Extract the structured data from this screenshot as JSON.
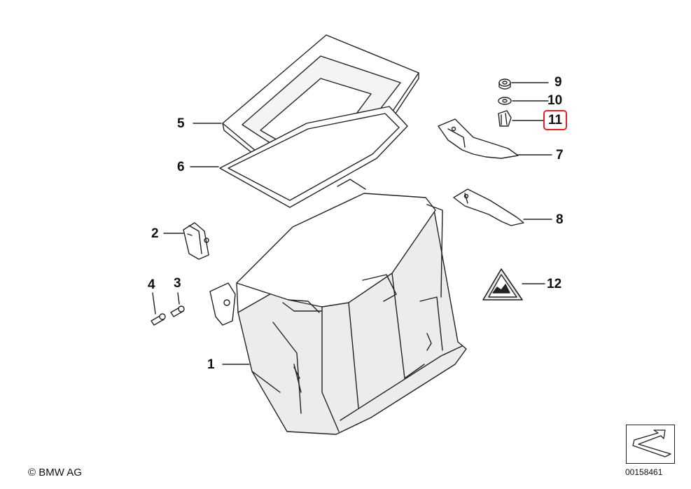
{
  "diagram": {
    "callouts": [
      {
        "id": "1",
        "label": "1"
      },
      {
        "id": "2",
        "label": "2"
      },
      {
        "id": "3",
        "label": "3"
      },
      {
        "id": "4",
        "label": "4"
      },
      {
        "id": "5",
        "label": "5"
      },
      {
        "id": "6",
        "label": "6"
      },
      {
        "id": "7",
        "label": "7"
      },
      {
        "id": "8",
        "label": "8"
      },
      {
        "id": "9",
        "label": "9"
      },
      {
        "id": "10",
        "label": "10"
      },
      {
        "id": "11",
        "label": "11",
        "highlighted": true
      },
      {
        "id": "12",
        "label": "12"
      }
    ],
    "copyright": "© BMW AG",
    "doc_number": "00158461",
    "colors": {
      "line": "#222222",
      "fill": "#ffffff",
      "shade": "#e6e6e6",
      "highlight": "#e0202a"
    }
  }
}
